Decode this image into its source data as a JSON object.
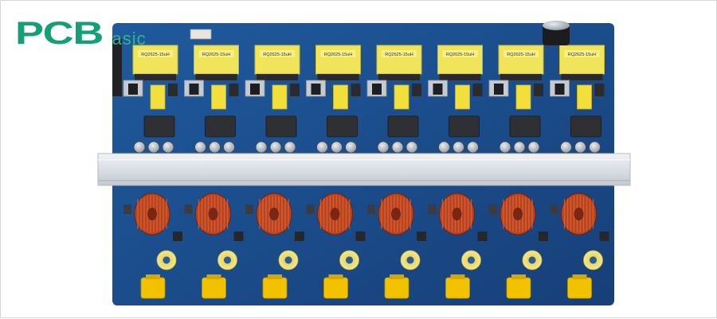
{
  "brand": {
    "logo_mark": "PCB",
    "logo_sub": "asic",
    "accent": "#13a077"
  },
  "board": {
    "solder_mask_color": "#1b4f8f",
    "module_count": 8,
    "transformer_label": "RQ2625-15uH",
    "heatsink_color": "#d9dde3",
    "inductor_color": "#b8431f",
    "connector_color": "#f2c200"
  }
}
